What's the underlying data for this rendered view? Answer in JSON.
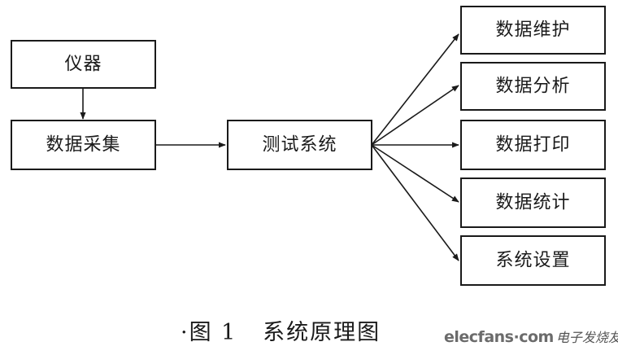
{
  "nodes": {
    "instrument": "仪器",
    "data_acquisition": "数据采集",
    "test_system": "测试系统",
    "data_maintenance": "数据维护",
    "data_analysis": "数据分析",
    "data_print": "数据打印",
    "data_statistics": "数据统计",
    "system_settings": "系统设置"
  },
  "edges": [
    [
      "instrument",
      "data_acquisition"
    ],
    [
      "data_acquisition",
      "test_system"
    ],
    [
      "test_system",
      "data_maintenance"
    ],
    [
      "test_system",
      "data_analysis"
    ],
    [
      "test_system",
      "data_print"
    ],
    [
      "test_system",
      "data_statistics"
    ],
    [
      "test_system",
      "system_settings"
    ]
  ],
  "caption": "·图 1   系统原理图",
  "watermark": {
    "brand": "elecfans·com",
    "cn": "电子发烧友"
  }
}
